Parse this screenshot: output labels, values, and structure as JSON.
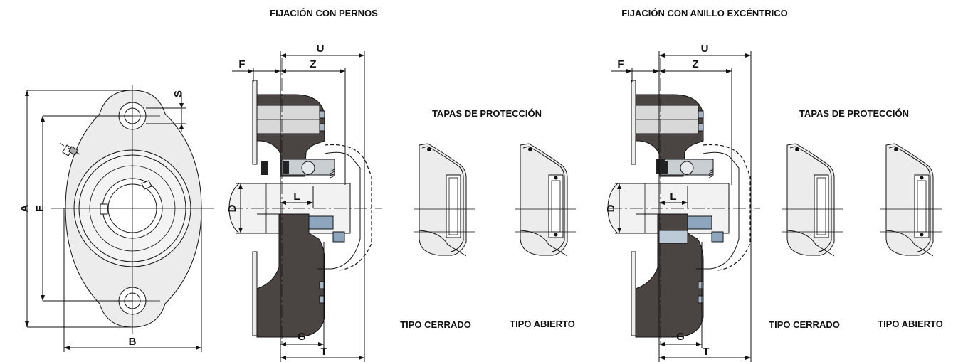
{
  "titles": {
    "bolts": "FIJACIÓN CON PERNOS",
    "eccentric": "FIJACIÓN CON ANILLO EXCÉNTRICO",
    "caps_left": "TAPAS DE PROTECCIÓN",
    "caps_right": "TAPAS DE PROTECCIÓN"
  },
  "caps": {
    "closed_left": "TIPO CERRADO",
    "open_left": "TIPO ABIERTO",
    "closed_right": "TIPO CERRADO",
    "open_right": "TIPO ABIERTO"
  },
  "dims": {
    "A": "A",
    "E": "E",
    "S": "S",
    "B": "B",
    "F": "F",
    "Z": "Z",
    "U": "U",
    "D": "D",
    "L": "L",
    "G": "G",
    "T": "T"
  },
  "colors": {
    "housing": "#4a4542",
    "bearing": "#c9ced3",
    "seal": "#8ea6bd",
    "flange_front": "#ececec"
  }
}
